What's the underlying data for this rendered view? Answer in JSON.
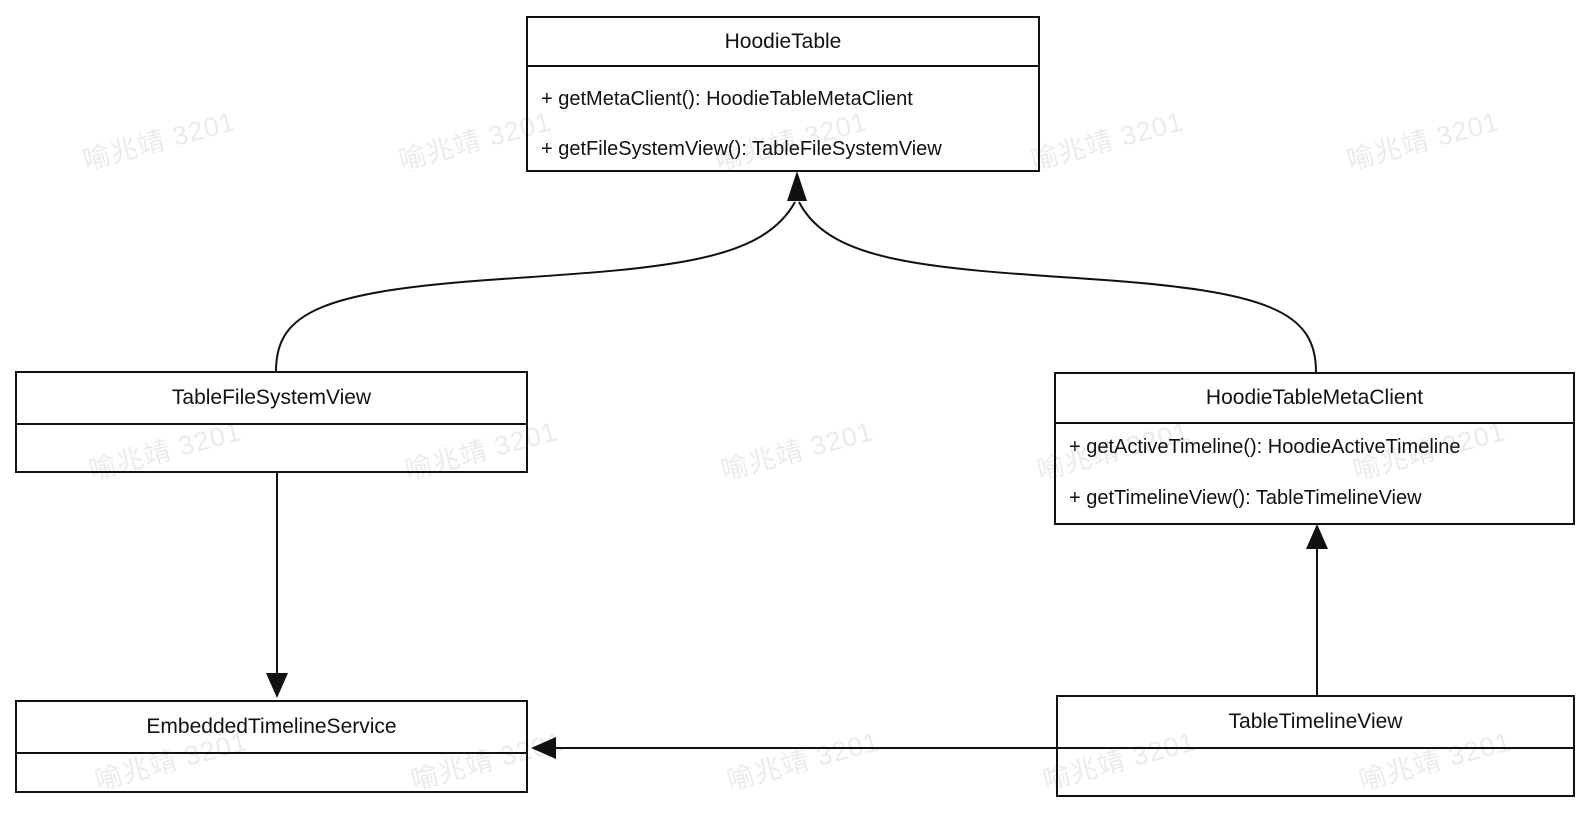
{
  "watermark": {
    "text": "喻兆靖 3201"
  },
  "colors": {
    "background": "#ffffff",
    "line": "#111111",
    "text": "#111111",
    "watermark": "#ebebeb"
  },
  "diagram": {
    "type": "uml-class-diagram",
    "classes": [
      {
        "name": "HoodieTable",
        "methods": [
          "+ getMetaClient(): HoodieTableMetaClient",
          "+ getFileSystemView(): TableFileSystemView"
        ]
      },
      {
        "name": "TableFileSystemView",
        "methods": []
      },
      {
        "name": "HoodieTableMetaClient",
        "methods": [
          "+ getActiveTimeline(): HoodieActiveTimeline",
          "+ getTimelineView(): TableTimelineView"
        ]
      },
      {
        "name": "EmbeddedTimelineService",
        "methods": []
      },
      {
        "name": "TableTimelineView",
        "methods": []
      }
    ],
    "relations": [
      {
        "from": "TableFileSystemView",
        "to": "HoodieTable",
        "style": "curved-arrow"
      },
      {
        "from": "HoodieTableMetaClient",
        "to": "HoodieTable",
        "style": "curved-arrow"
      },
      {
        "from": "TableFileSystemView",
        "to": "EmbeddedTimelineService",
        "style": "straight-arrow"
      },
      {
        "from": "TableTimelineView",
        "to": "HoodieTableMetaClient",
        "style": "straight-arrow"
      },
      {
        "from": "TableTimelineView",
        "to": "EmbeddedTimelineService",
        "style": "straight-arrow"
      }
    ]
  }
}
